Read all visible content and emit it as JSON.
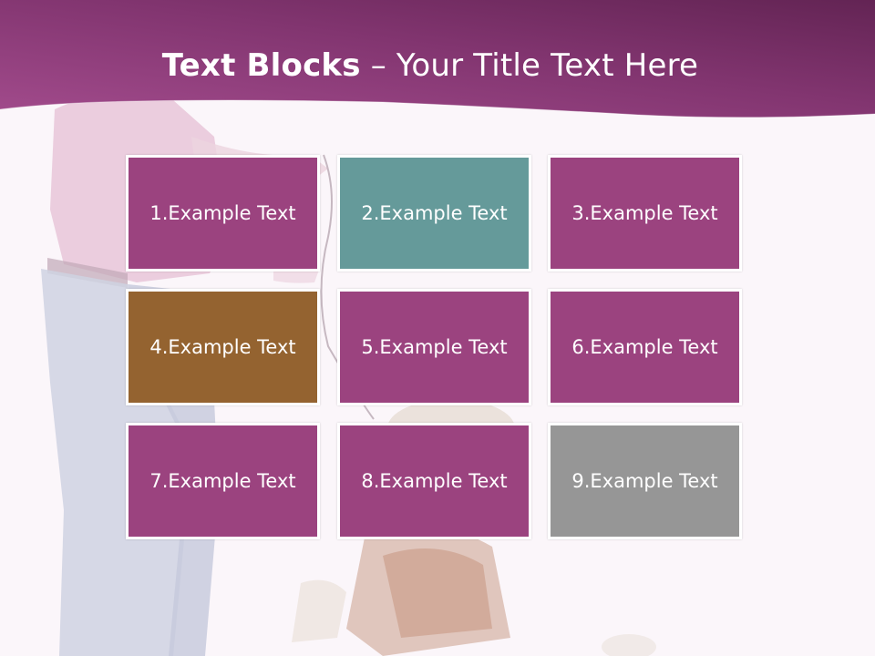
{
  "title": {
    "bold": "Text Blocks",
    "separator": " – ",
    "rest": "Your Title Text Here"
  },
  "colors": {
    "header_dark": "#6a2458",
    "header_light": "#a24b8c",
    "background": "#fbf6fa",
    "block_purple": "#9b437f",
    "block_teal": "#659a9a",
    "block_brown": "#946330",
    "block_gray": "#969696"
  },
  "blocks": [
    {
      "label": "1.Example Text",
      "color": "#9b437f"
    },
    {
      "label": "2.Example Text",
      "color": "#659a9a"
    },
    {
      "label": "3.Example Text",
      "color": "#9b437f"
    },
    {
      "label": "4.Example Text",
      "color": "#946330"
    },
    {
      "label": "5.Example Text",
      "color": "#9b437f"
    },
    {
      "label": "6.Example Text",
      "color": "#9b437f"
    },
    {
      "label": "7.Example Text",
      "color": "#9b437f"
    },
    {
      "label": "8.Example Text",
      "color": "#9b437f"
    },
    {
      "label": "9.Example Text",
      "color": "#969696"
    }
  ]
}
